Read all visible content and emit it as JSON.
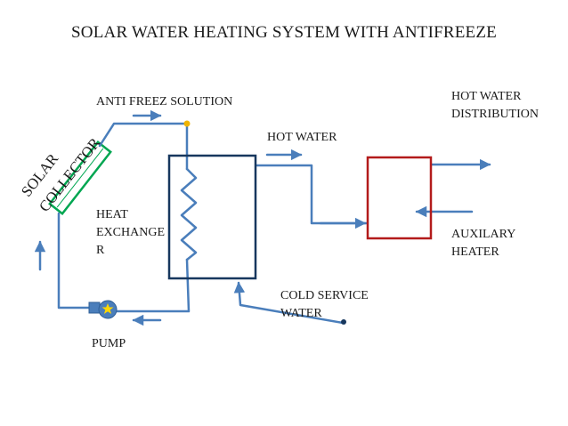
{
  "title": "SOLAR WATER HEATING SYSTEM WITH ANTIFREEZE",
  "labels": {
    "antifreeze": "ANTI FREEZ SOLUTION",
    "hot_water": "HOT WATER",
    "hot_water_distribution": "HOT WATER\nDISTRIBUTION",
    "solar_collector_line1": "SOLAR",
    "solar_collector_line2": "COLLECTOR",
    "heat_exchanger": "HEAT\nEXCHANGE\nR",
    "auxiliary_heater": "AUXILARY\nHEATER",
    "cold_service_water": "COLD SERVICE\nWATER",
    "pump": "PUMP"
  },
  "colors": {
    "pipe": "#4a7ebb",
    "collector": "#00a651",
    "exchanger_box": "#17375e",
    "heater_box": "#b31b1b",
    "valve_dot": "#f0b400",
    "pump_star": "#ffd700",
    "text": "#1a1a1a"
  }
}
